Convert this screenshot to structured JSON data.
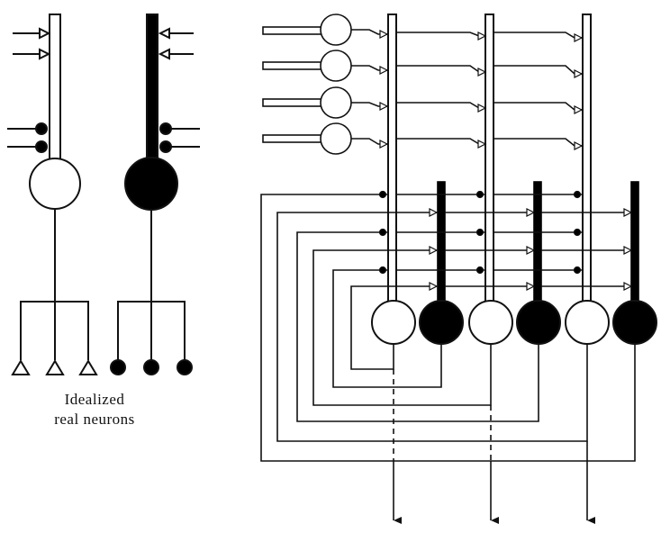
{
  "caption": {
    "line1": "Idealized",
    "line2": "real neurons"
  },
  "colors": {
    "line": "#111111",
    "excitatory_fill": "#ffffff",
    "inhibitory_fill": "#000000"
  },
  "diagram": {
    "left_panel": [
      {
        "id": "excitatory-neuron",
        "kind": "excitatory",
        "inputs": [
          "excitatory",
          "excitatory",
          "inhibitory",
          "inhibitory"
        ],
        "outputs": [
          "excitatory",
          "excitatory",
          "excitatory"
        ]
      },
      {
        "id": "inhibitory-neuron",
        "kind": "inhibitory",
        "inputs": [
          "excitatory",
          "excitatory",
          "inhibitory",
          "inhibitory"
        ],
        "outputs": [
          "inhibitory",
          "inhibitory",
          "inhibitory"
        ]
      }
    ],
    "network": {
      "input_neuron_count": 4,
      "cells": [
        {
          "kind": "excitatory"
        },
        {
          "kind": "inhibitory"
        },
        {
          "kind": "excitatory"
        },
        {
          "kind": "inhibitory"
        },
        {
          "kind": "excitatory"
        },
        {
          "kind": "inhibitory"
        }
      ],
      "output_arrow_count": 3
    }
  }
}
